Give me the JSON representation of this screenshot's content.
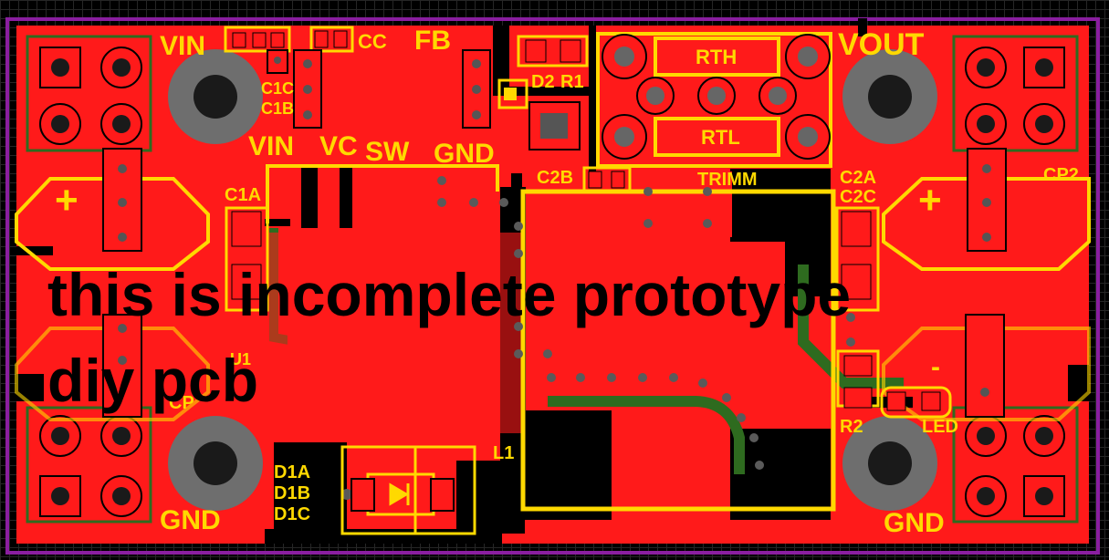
{
  "colors": {
    "background": "#000000",
    "copper": "#ff1a1a",
    "silkscreen": "#ffd900",
    "board_outline": "#8a1ea0",
    "via": "#5a5a5a",
    "trace_bottom": "#2e6b1f",
    "overlay_text": "#000000"
  },
  "labels": {
    "vin": "VIN",
    "vout": "VOUT",
    "fb": "FB",
    "cc": "CC",
    "c1c": "C1C",
    "c1b": "C1B",
    "d2": "D2",
    "r1": "R1",
    "rth": "RTH",
    "rtl": "RTL",
    "vin_pin": "VIN",
    "vc_pin": "VC",
    "sw_pin": "SW",
    "gnd_pin": "GND",
    "c2b": "C2B",
    "trimm": "TRIMM",
    "c2a": "C2A",
    "c2c": "C2C",
    "cp2": "CP2",
    "c1a": "C1A",
    "plus_left": "+",
    "plus_right": "+",
    "minus_right": "-",
    "u1": "U1",
    "cp": "CP",
    "l1": "L1",
    "r2": "R2",
    "led": "LED",
    "d1a": "D1A",
    "d1b": "D1B",
    "d1c": "D1C",
    "gnd_left": "GND",
    "gnd_right": "GND"
  },
  "overlay": {
    "line1": "this is incomplete prototype",
    "line2": "diy pcb"
  }
}
